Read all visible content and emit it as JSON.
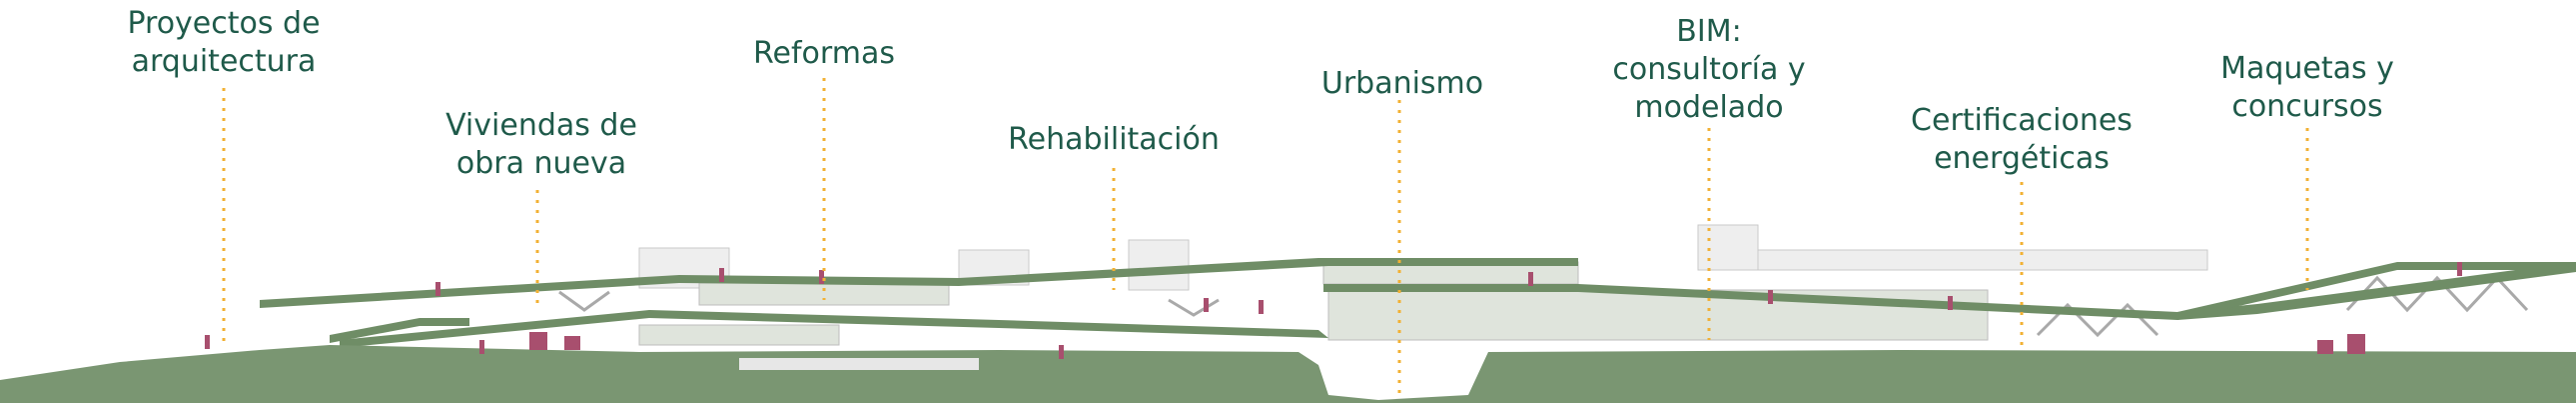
{
  "colors": {
    "ground": "#7a9672",
    "ramp": "#6f8d66",
    "label_text": "#1f5a4a",
    "leader": "#f2b134",
    "figures": "#a84f6e",
    "structure": "#b8b8b8",
    "glass": "#d7ddd5"
  },
  "services": [
    {
      "id": "proyectos",
      "lines": [
        "Proyectos de",
        "arquitectura"
      ]
    },
    {
      "id": "viviendas",
      "lines": [
        "Viviendas de",
        "obra nueva"
      ]
    },
    {
      "id": "reformas",
      "lines": [
        "Reformas"
      ]
    },
    {
      "id": "rehabilitacion",
      "lines": [
        "Rehabilitación"
      ]
    },
    {
      "id": "urbanismo",
      "lines": [
        "Urbanismo"
      ]
    },
    {
      "id": "bim",
      "lines": [
        "BIM:",
        "consultoría y",
        "modelado"
      ]
    },
    {
      "id": "certificaciones",
      "lines": [
        "Certificaciones",
        "energéticas"
      ]
    },
    {
      "id": "maquetas",
      "lines": [
        "Maquetas y",
        "concursos"
      ]
    }
  ]
}
